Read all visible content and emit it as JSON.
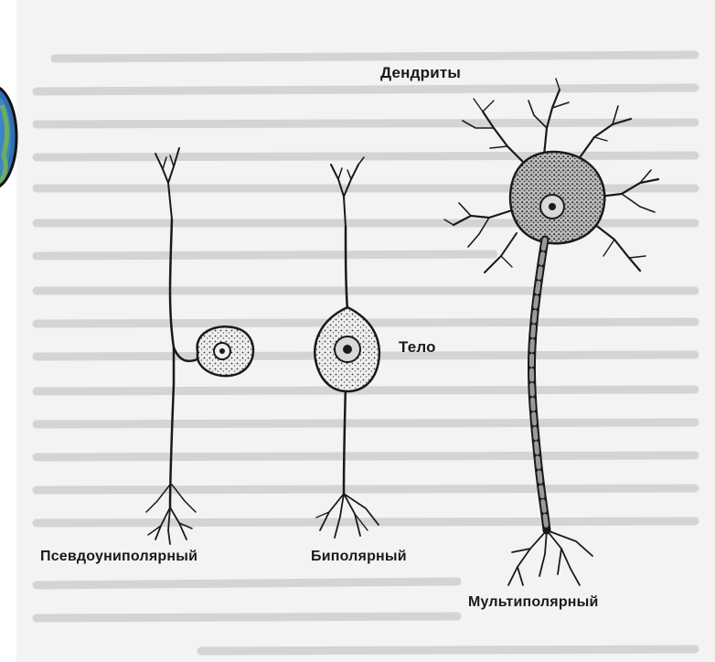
{
  "labels": {
    "dendrites": "Дендриты",
    "body": "Тело",
    "pseudounipolar": "Псевдоуниполярный",
    "bipolar": "Биполярный",
    "multipolar": "Мультиполярный"
  },
  "colors": {
    "ink": "#1a1a1a",
    "soma_fill": "#e8e8e8",
    "background_text": "#c9c9c9",
    "paper": "#f4f4f4",
    "globe_blue": "#2f6fb0"
  }
}
